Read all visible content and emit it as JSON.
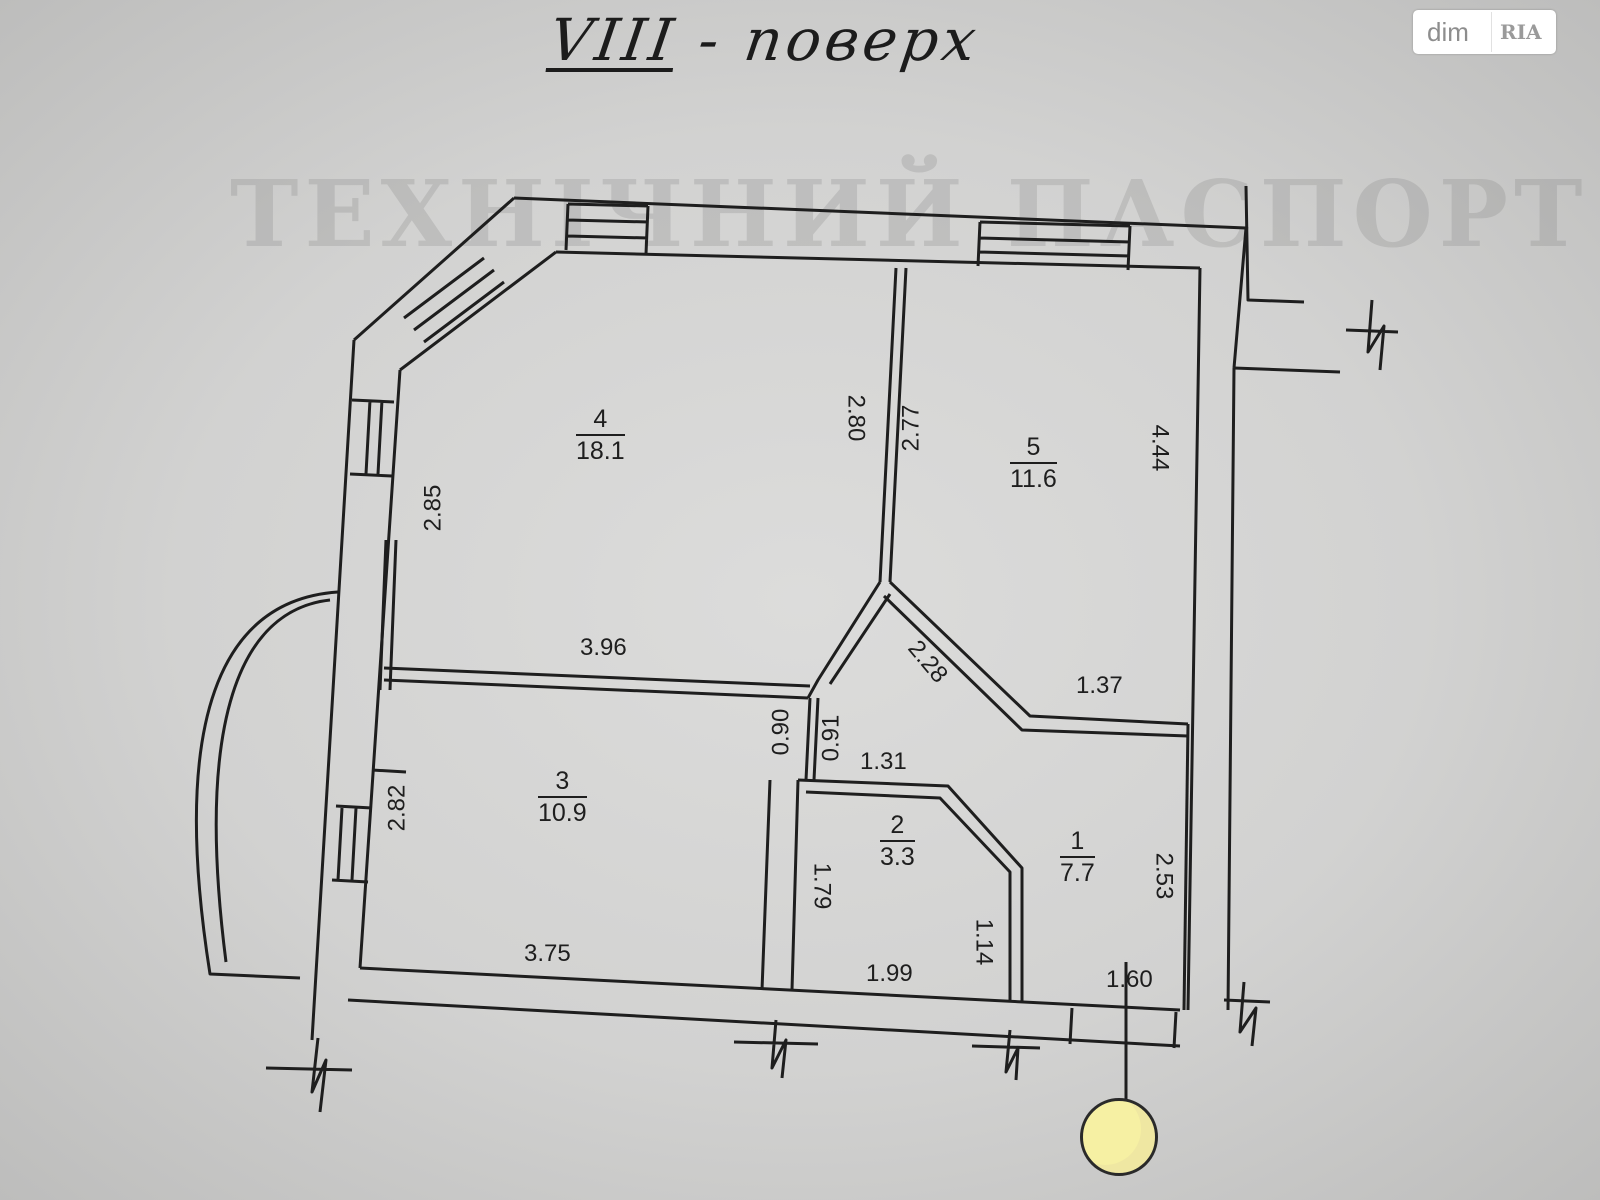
{
  "title": {
    "prefix": "VIII",
    "suffix": "- поверх"
  },
  "logo": {
    "left": "dim",
    "right": "RIA"
  },
  "rooms": [
    {
      "number": "4",
      "area": "18.1"
    },
    {
      "number": "5",
      "area": "11.6"
    },
    {
      "number": "3",
      "area": "10.9"
    },
    {
      "number": "2",
      "area": "3.3"
    },
    {
      "number": "1",
      "area": "7.7"
    }
  ],
  "dimensions": {
    "d_280": "2.80",
    "d_277": "2.77",
    "d_444": "4.44",
    "d_285": "2.85",
    "d_396": "3.96",
    "d_228": "2.28",
    "d_137": "1.37",
    "d_090": "0.90",
    "d_091": "0.91",
    "d_131": "1.31",
    "d_282": "2.82",
    "d_179": "1.79",
    "d_114": "1.14",
    "d_253": "2.53",
    "d_375": "3.75",
    "d_199": "1.99",
    "d_160": "1.60"
  },
  "colors": {
    "ink": "#1e1e1e",
    "paper": "#d4d4d3",
    "stamp": "#f6f0a3"
  }
}
